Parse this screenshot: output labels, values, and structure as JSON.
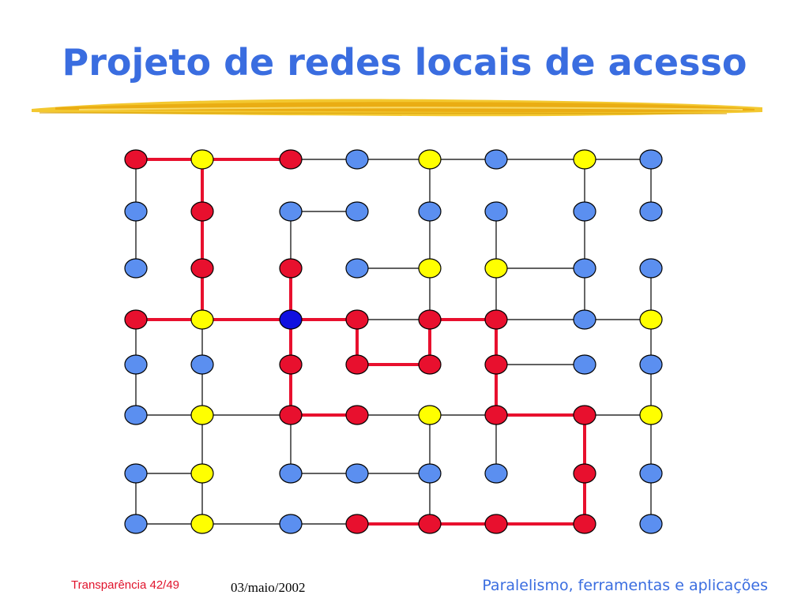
{
  "slide": {
    "title": "Projeto de redes locais de acesso",
    "footer_left": "Transparência 42/49",
    "footer_mid": "03/maio/2002",
    "footer_right": "Paralelismo, ferramentas e aplicações"
  },
  "colors": {
    "title": "#3a6de0",
    "brush": "#f2c21a",
    "node_blue": "#5b8ff0",
    "node_red": "#e8102e",
    "node_yellow": "#ffff00",
    "node_root": "#1010e0",
    "edge_black": "#000000",
    "edge_red": "#e8102e"
  },
  "grid": {
    "node_types": [
      [
        "R",
        "Y",
        "R",
        "B",
        "Y",
        "B",
        "Y",
        "B"
      ],
      [
        "B",
        "R",
        "B",
        "B",
        "B",
        "B",
        "B",
        "B"
      ],
      [
        "B",
        "R",
        "R",
        "B",
        "Y",
        "Y",
        "B",
        "B"
      ],
      [
        "R",
        "Y",
        "D",
        "R",
        "R",
        "R",
        "B",
        "Y"
      ],
      [
        "B",
        "B",
        "R",
        "R",
        "R",
        "R",
        "B",
        "B"
      ],
      [
        "B",
        "Y",
        "R",
        "R",
        "Y",
        "R",
        "R",
        "Y"
      ],
      [
        "B",
        "Y",
        "B",
        "B",
        "B",
        "B",
        "R",
        "B"
      ],
      [
        "B",
        "Y",
        "B",
        "R",
        "R",
        "R",
        "R",
        "B"
      ]
    ],
    "edges_black": [
      [
        0,
        2,
        0,
        3
      ],
      [
        0,
        3,
        0,
        4
      ],
      [
        0,
        4,
        0,
        5
      ],
      [
        0,
        5,
        0,
        6
      ],
      [
        0,
        6,
        0,
        7
      ],
      [
        0,
        0,
        1,
        0
      ],
      [
        1,
        0,
        2,
        0
      ],
      [
        0,
        4,
        1,
        4
      ],
      [
        0,
        6,
        1,
        6
      ],
      [
        0,
        7,
        1,
        7
      ],
      [
        1,
        2,
        1,
        3
      ],
      [
        1,
        2,
        2,
        2
      ],
      [
        1,
        5,
        2,
        5
      ],
      [
        1,
        6,
        2,
        6
      ],
      [
        1,
        4,
        2,
        4
      ],
      [
        2,
        3,
        2,
        4
      ],
      [
        2,
        5,
        2,
        6
      ],
      [
        2,
        4,
        3,
        4
      ],
      [
        2,
        5,
        3,
        5
      ],
      [
        2,
        6,
        3,
        6
      ],
      [
        2,
        7,
        3,
        7
      ],
      [
        3,
        0,
        4,
        0
      ],
      [
        3,
        1,
        4,
        1
      ],
      [
        3,
        3,
        3,
        4
      ],
      [
        3,
        5,
        3,
        6
      ],
      [
        3,
        6,
        3,
        7
      ],
      [
        3,
        7,
        4,
        7
      ],
      [
        4,
        5,
        4,
        6
      ],
      [
        4,
        0,
        5,
        0
      ],
      [
        4,
        1,
        5,
        1
      ],
      [
        4,
        7,
        5,
        7
      ],
      [
        5,
        0,
        5,
        1
      ],
      [
        5,
        1,
        5,
        2
      ],
      [
        5,
        4,
        5,
        5
      ],
      [
        5,
        3,
        5,
        4
      ],
      [
        5,
        6,
        5,
        7
      ],
      [
        5,
        1,
        6,
        1
      ],
      [
        5,
        2,
        6,
        2
      ],
      [
        5,
        4,
        6,
        4
      ],
      [
        5,
        5,
        6,
        5
      ],
      [
        5,
        7,
        6,
        7
      ],
      [
        6,
        0,
        6,
        1
      ],
      [
        6,
        2,
        6,
        3
      ],
      [
        6,
        3,
        6,
        4
      ],
      [
        6,
        0,
        7,
        0
      ],
      [
        6,
        1,
        7,
        1
      ],
      [
        6,
        4,
        7,
        4
      ],
      [
        6,
        7,
        7,
        7
      ],
      [
        7,
        0,
        7,
        1
      ],
      [
        7,
        1,
        7,
        2
      ],
      [
        7,
        2,
        7,
        3
      ]
    ],
    "edges_red": [
      [
        0,
        0,
        0,
        1
      ],
      [
        0,
        1,
        0,
        2
      ],
      [
        0,
        1,
        1,
        1
      ],
      [
        1,
        1,
        2,
        1
      ],
      [
        2,
        1,
        3,
        1
      ],
      [
        3,
        0,
        3,
        1
      ],
      [
        3,
        1,
        3,
        2
      ],
      [
        3,
        2,
        3,
        3
      ],
      [
        2,
        2,
        3,
        2
      ],
      [
        3,
        2,
        4,
        2
      ],
      [
        4,
        2,
        5,
        2
      ],
      [
        5,
        2,
        5,
        3
      ],
      [
        3,
        3,
        4,
        3
      ],
      [
        4,
        3,
        4,
        4
      ],
      [
        3,
        4,
        4,
        4
      ],
      [
        3,
        4,
        3,
        5
      ],
      [
        3,
        5,
        4,
        5
      ],
      [
        4,
        5,
        5,
        5
      ],
      [
        5,
        5,
        5,
        6
      ],
      [
        5,
        6,
        6,
        6
      ],
      [
        6,
        6,
        7,
        6
      ],
      [
        7,
        3,
        7,
        4
      ],
      [
        7,
        4,
        7,
        5
      ],
      [
        7,
        5,
        7,
        6
      ]
    ]
  }
}
